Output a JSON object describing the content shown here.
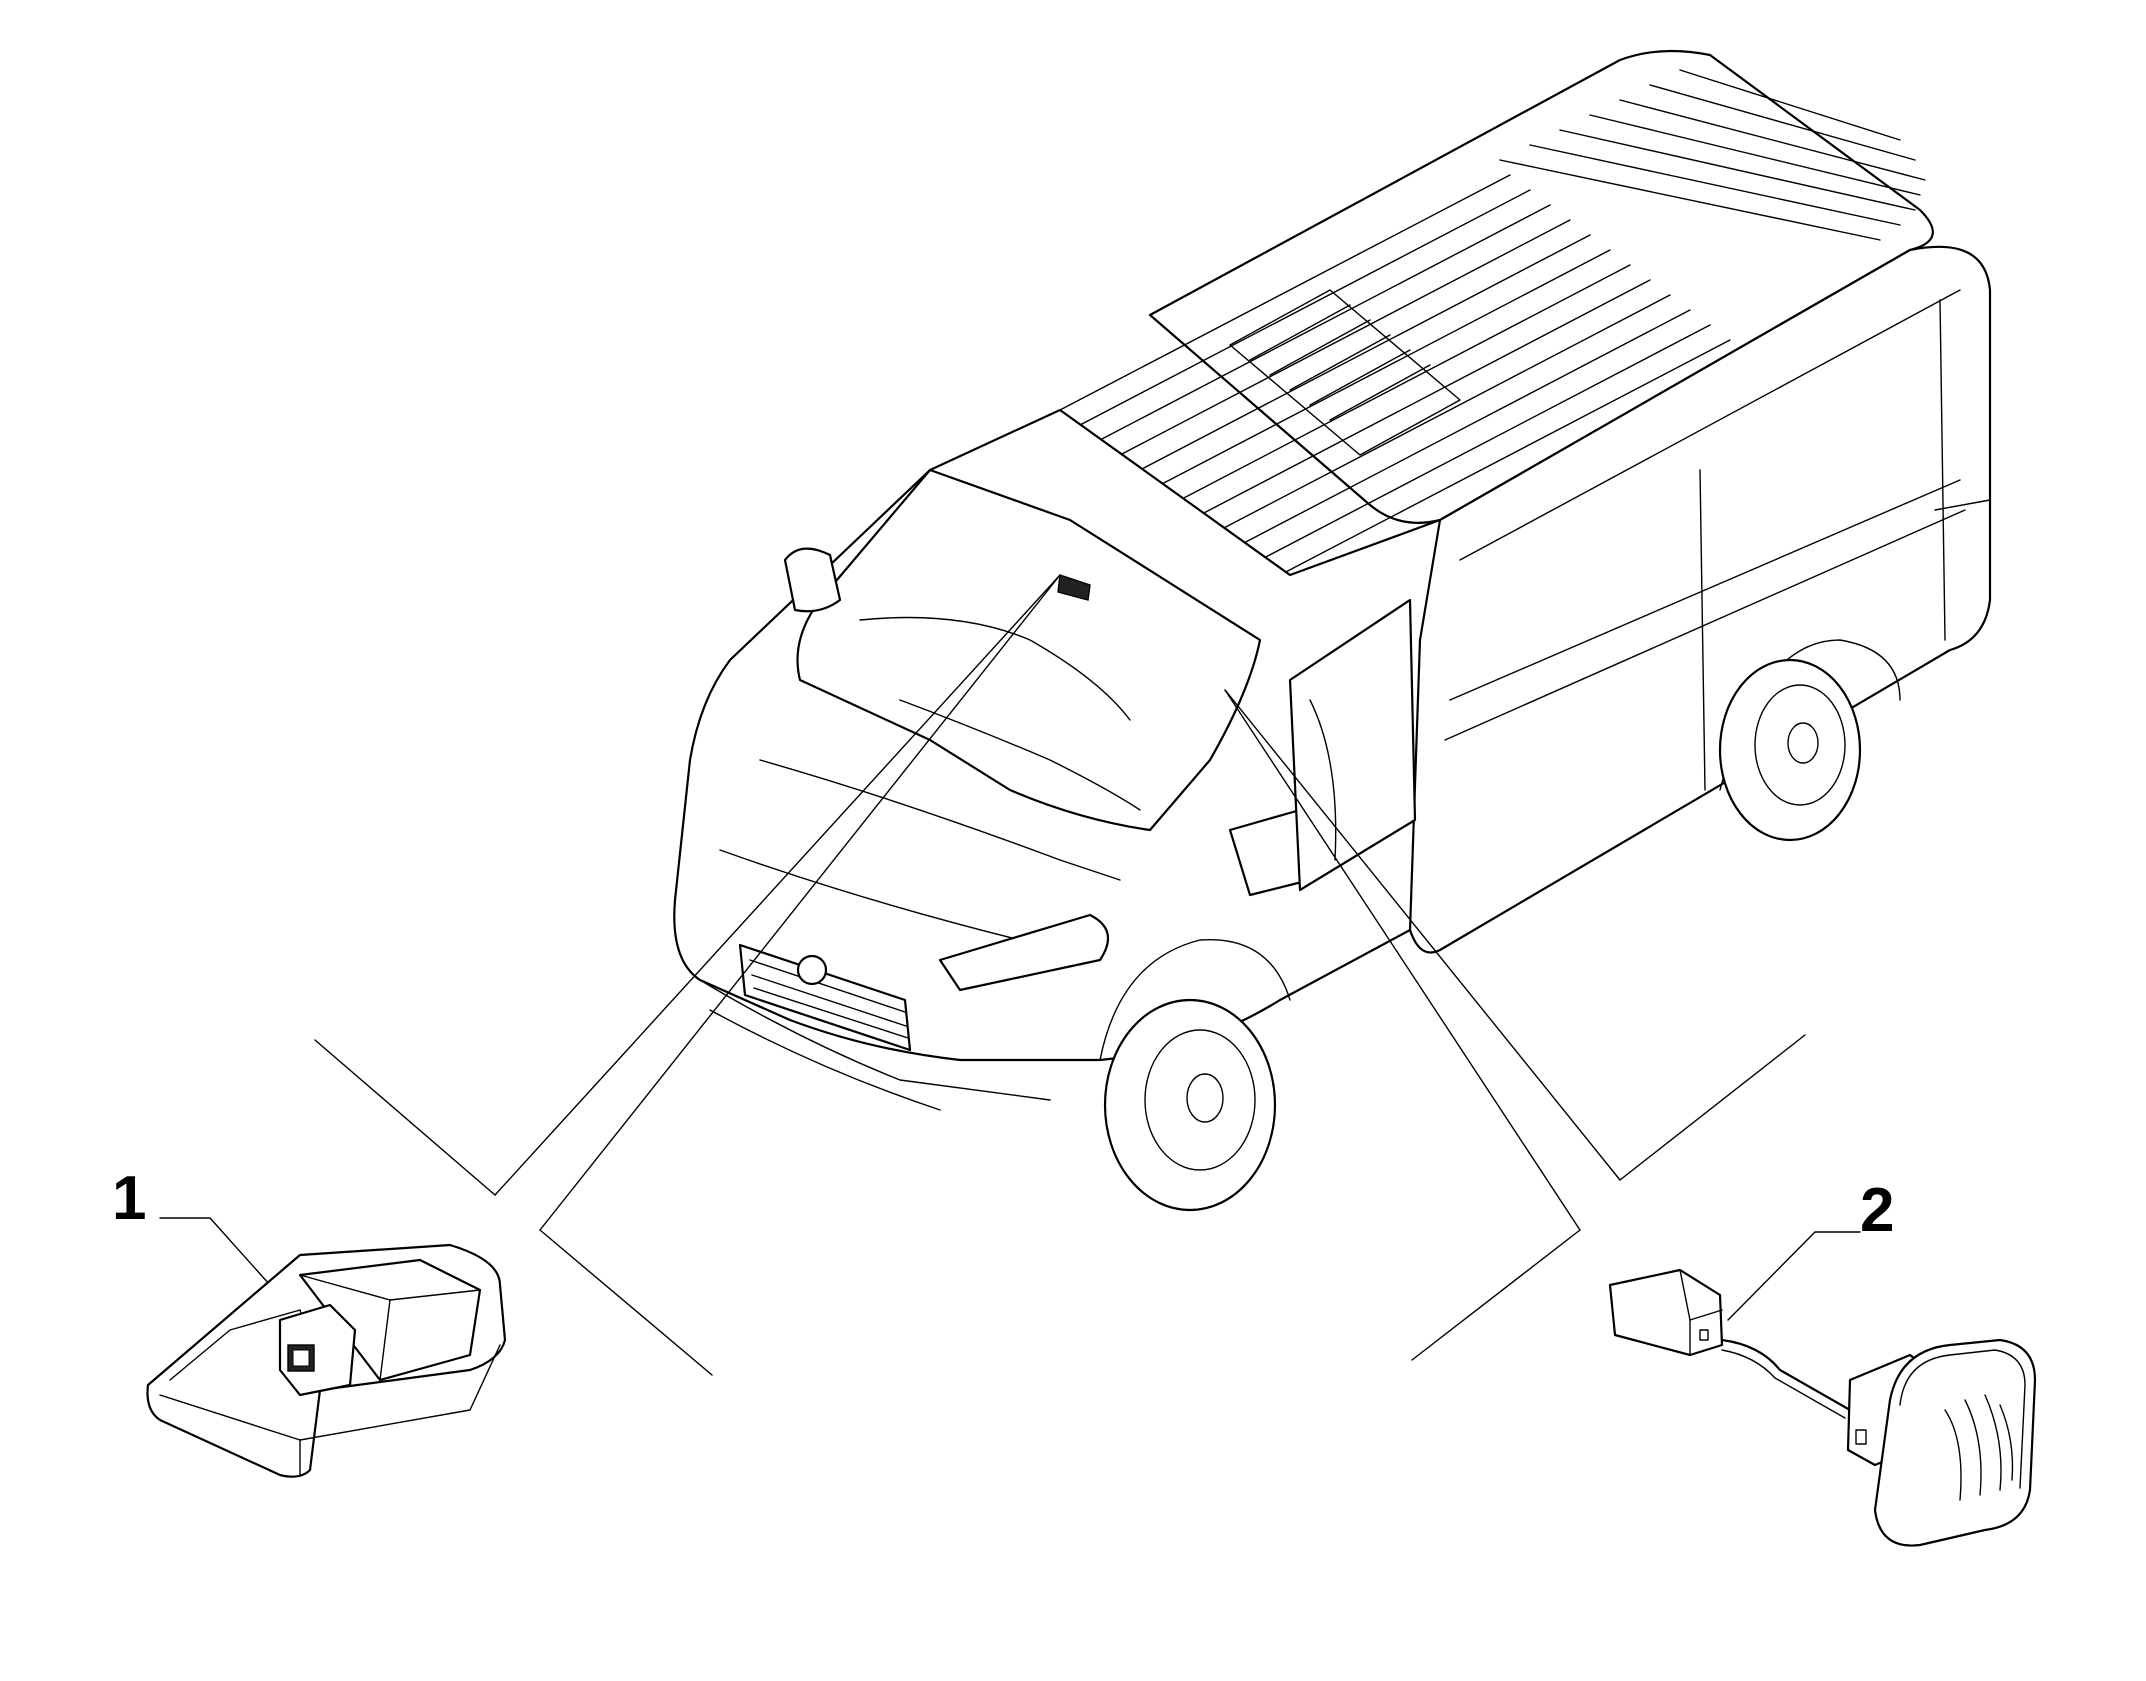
{
  "diagram": {
    "callouts": [
      {
        "id": "1",
        "label": "1",
        "part": "front-camera-module"
      },
      {
        "id": "2",
        "label": "2",
        "part": "rear-camera-with-connector"
      }
    ],
    "main_subject": "van-illustration"
  }
}
